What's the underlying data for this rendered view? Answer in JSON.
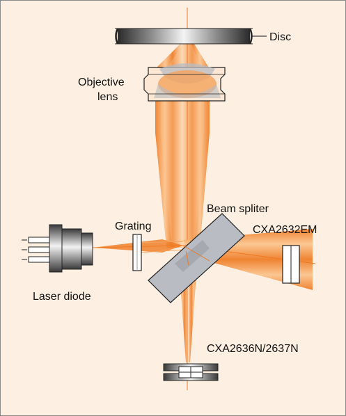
{
  "labels": {
    "disc": "Disc",
    "objective_lens_line1": "Objective",
    "objective_lens_line2": "lens",
    "beam_splitter": "Beam spliter",
    "grating": "Grating",
    "laser_diode": "Laser diode",
    "photodetector_right": "CXA2632EM",
    "photodetector_bottom": "CXA2636N/2637N"
  },
  "colors": {
    "background": "#fdf0e2",
    "beam_dark": "#ee7a22",
    "beam_light": "#fbc38c",
    "metal_dark": "#3a3a3a",
    "metal_light": "#f2f2f2",
    "glass": "#b9bcc2"
  }
}
